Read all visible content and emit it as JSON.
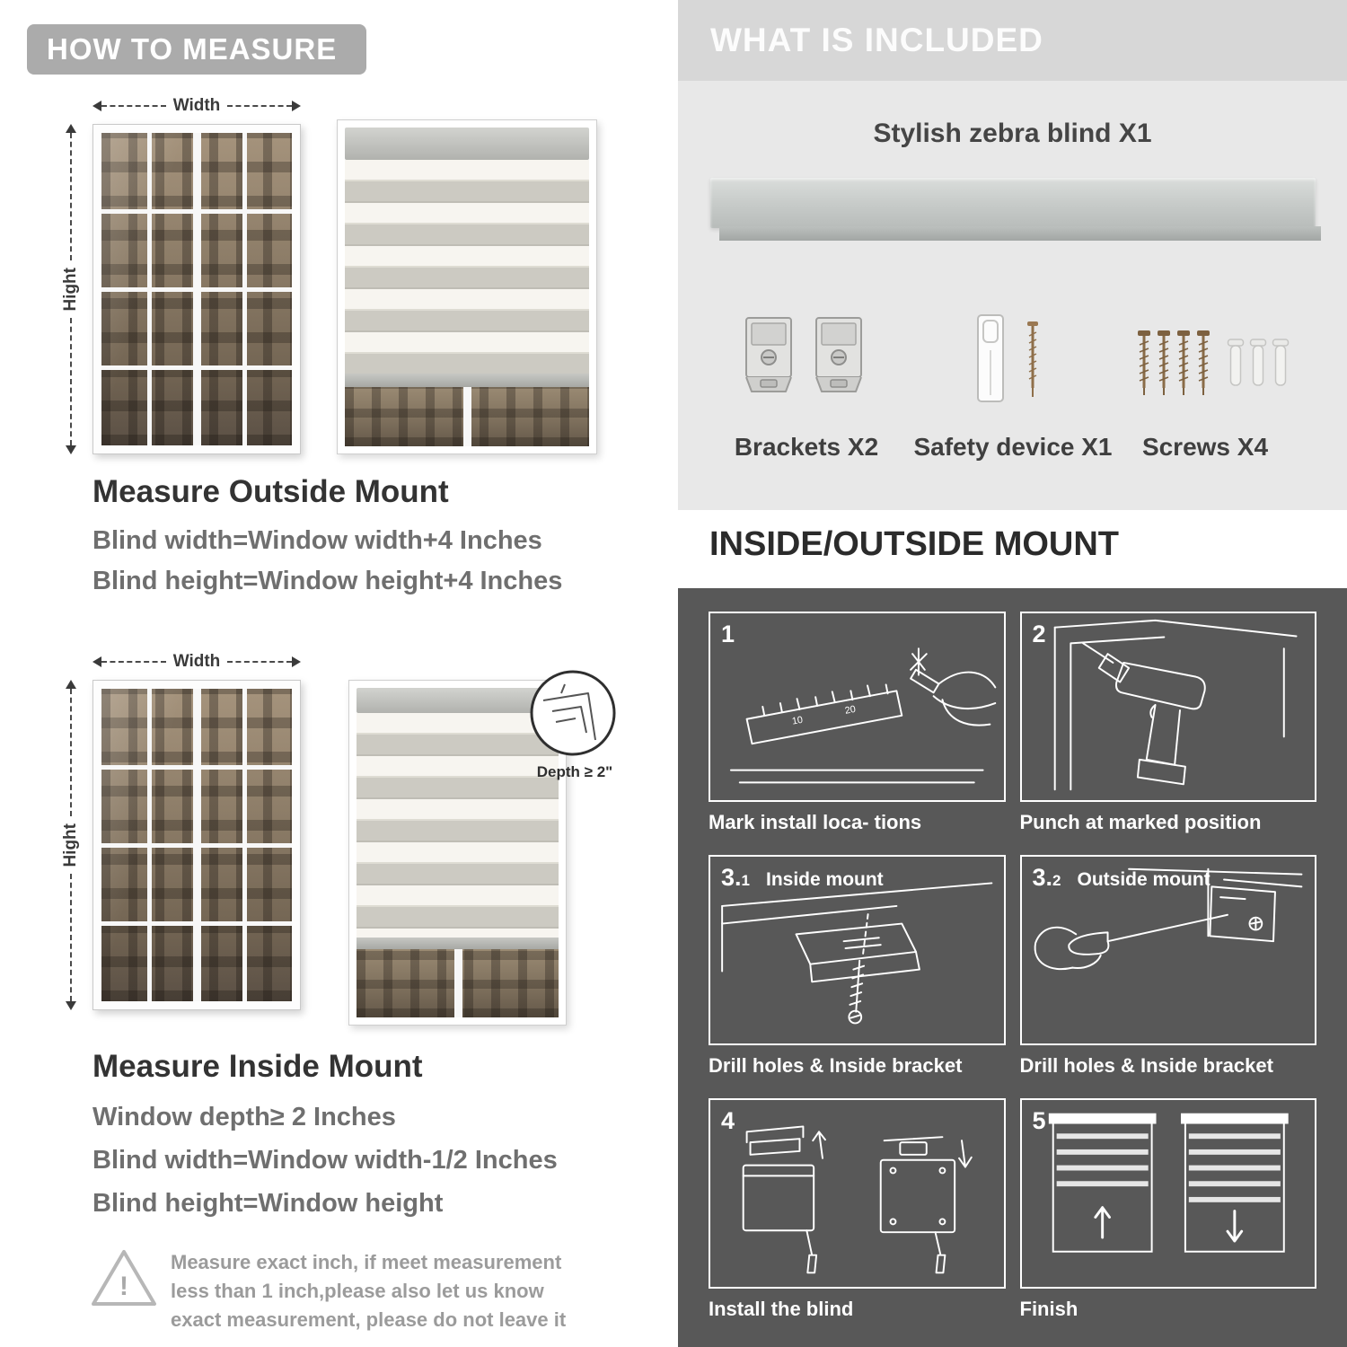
{
  "left": {
    "header": "HOW TO MEASURE",
    "outside_figure": {
      "width_label": "Width",
      "height_label": "Hight"
    },
    "inside_figure": {
      "width_label": "Width",
      "height_label": "Hight",
      "depth_label": "Depth ≥ 2\""
    },
    "outside_title": "Measure Outside Mount",
    "outside_line1": "Blind width=Window width+4 Inches",
    "outside_line2": "Blind height=Window height+4 Inches",
    "inside_title": "Measure Inside Mount",
    "inside_line1": "Window depth≥ 2 Inches",
    "inside_line2": "Blind width=Window width-1/2 Inches",
    "inside_line3": "Blind height=Window height",
    "warning_mark": "!",
    "note": "Measure exact inch, if meet measurement less than 1 inch,please also let us know exact measurement, please do not leave it"
  },
  "included": {
    "header": "WHAT IS INCLUDED",
    "blind_label": "Stylish zebra blind X1",
    "items": [
      {
        "label": "Brackets X2",
        "icon": "brackets-icon"
      },
      {
        "label": "Safety device X1",
        "icon": "safety-device-icon"
      },
      {
        "label": "Screws X4",
        "icon": "screws-icon"
      }
    ]
  },
  "mount": {
    "header": "INSIDE/OUTSIDE MOUNT",
    "steps": [
      {
        "num": "1",
        "caption": "Mark install loca- tions"
      },
      {
        "num": "2",
        "caption": "Punch at  marked position"
      },
      {
        "num": "3.",
        "num_sub": "1",
        "inline_label": "Inside mount",
        "caption": "Drill holes &  Inside bracket"
      },
      {
        "num": "3.",
        "num_sub": "2",
        "inline_label": "Outside mount",
        "caption": "Drill holes &  Inside bracket"
      },
      {
        "num": "4",
        "caption": "Install the blind"
      },
      {
        "num": "5",
        "caption": "Finish"
      }
    ]
  },
  "colors": {
    "badge_gray": "#ababab",
    "panel_light_gray": "#e8e8e8",
    "header_band_gray": "#d7d7d7",
    "panel_dark_gray": "#585858",
    "text_dark": "#333333",
    "text_gray": "#6f6f6f",
    "note_gray": "#9b9b9b"
  }
}
